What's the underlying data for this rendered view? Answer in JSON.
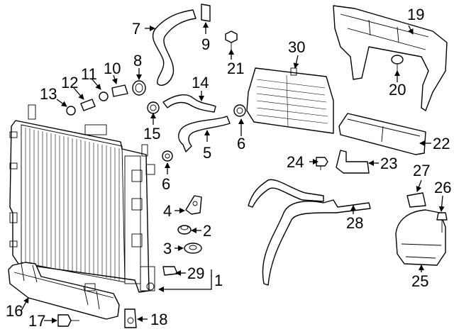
{
  "diagram": {
    "callouts": [
      {
        "id": "c1",
        "text": "1"
      },
      {
        "id": "c2",
        "text": "2"
      },
      {
        "id": "c3",
        "text": "3"
      },
      {
        "id": "c4",
        "text": "4"
      },
      {
        "id": "c5",
        "text": "5"
      },
      {
        "id": "c6a",
        "text": "6"
      },
      {
        "id": "c6b",
        "text": "6"
      },
      {
        "id": "c7",
        "text": "7"
      },
      {
        "id": "c8",
        "text": "8"
      },
      {
        "id": "c9",
        "text": "9"
      },
      {
        "id": "c10",
        "text": "10"
      },
      {
        "id": "c11",
        "text": "11"
      },
      {
        "id": "c12",
        "text": "12"
      },
      {
        "id": "c13",
        "text": "13"
      },
      {
        "id": "c14",
        "text": "14"
      },
      {
        "id": "c15",
        "text": "15"
      },
      {
        "id": "c16",
        "text": "16"
      },
      {
        "id": "c17",
        "text": "17"
      },
      {
        "id": "c18",
        "text": "18"
      },
      {
        "id": "c19",
        "text": "19"
      },
      {
        "id": "c20",
        "text": "20"
      },
      {
        "id": "c21",
        "text": "21"
      },
      {
        "id": "c22",
        "text": "22"
      },
      {
        "id": "c23",
        "text": "23"
      },
      {
        "id": "c24",
        "text": "24"
      },
      {
        "id": "c25",
        "text": "25"
      },
      {
        "id": "c26",
        "text": "26"
      },
      {
        "id": "c27",
        "text": "27"
      },
      {
        "id": "c28",
        "text": "28"
      },
      {
        "id": "c29",
        "text": "29"
      },
      {
        "id": "c30",
        "text": "30"
      }
    ]
  }
}
